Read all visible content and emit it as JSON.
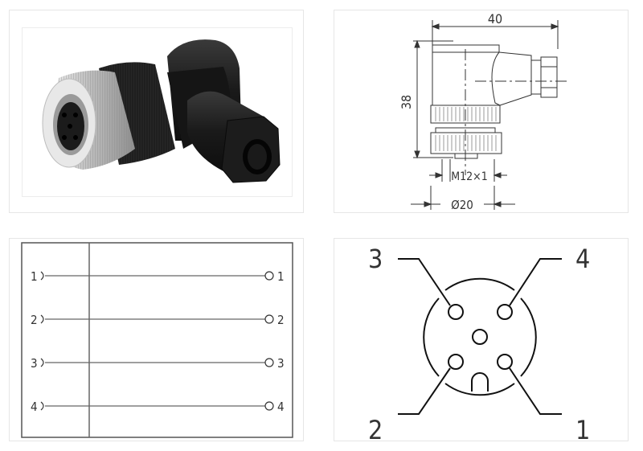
{
  "panels": {
    "photo": {
      "label": "Right-angle M12 female connector product photo",
      "colors": {
        "body": "#1e1e1e",
        "nut_metal": "#c8c8c8",
        "background": "#ffffff"
      }
    },
    "dimension_drawing": {
      "width_label": "40",
      "height_label": "38",
      "thread_label": "M12×1",
      "diameter_label": "Ø20"
    },
    "wiring_schematic": {
      "left_pins": [
        {
          "label": "1"
        },
        {
          "label": "2"
        },
        {
          "label": "3"
        },
        {
          "label": "4"
        }
      ],
      "right_pins": [
        {
          "label": "1"
        },
        {
          "label": "2"
        },
        {
          "label": "3"
        },
        {
          "label": "4"
        }
      ],
      "line_color": "#555555"
    },
    "pinout": {
      "pins": [
        {
          "label": "3",
          "position": "top-left"
        },
        {
          "label": "4",
          "position": "top-right"
        },
        {
          "label": "2",
          "position": "bottom-left"
        },
        {
          "label": "1",
          "position": "bottom-right"
        }
      ],
      "center_pin": true,
      "keyway": "bottom"
    }
  }
}
